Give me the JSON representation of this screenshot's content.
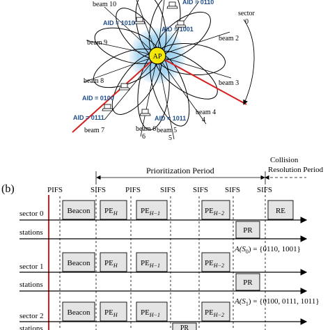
{
  "top_diagram": {
    "ap_label": "AP",
    "sector_label_line1": "sector",
    "sector_label_line2": "0",
    "beams": [
      "beam 10",
      "beam 2",
      "beam 9",
      "beam 3",
      "beam 8",
      "beam 4",
      "beam 7",
      "beam 6",
      "beam 5"
    ],
    "aids": [
      "AID = 0110",
      "AID = 1010",
      "AID = 1001",
      "AID = 0100",
      "AID = 0111",
      "AID = 1011"
    ]
  },
  "bottom_diagram": {
    "panel_label": "(b)",
    "prioritization_period": "Prioritization Period",
    "collision_line1": "Collision",
    "collision_line2": "Resolution Period",
    "intervals": [
      "PIFS",
      "SIFS",
      "PIFS",
      "SIFS",
      "SIFS",
      "SIFS",
      "SIFS"
    ],
    "rows": [
      {
        "label": "sector 0",
        "sub": "stations"
      },
      {
        "label": "sector 1",
        "sub": "stations"
      },
      {
        "label": "sector 2",
        "sub": "stations"
      }
    ],
    "boxes": {
      "beacon": "Beacon",
      "pe": "PE",
      "sub_h": "H",
      "sub_h1": "H−1",
      "sub_h2": "H−2",
      "pr": "PR",
      "re": "RE"
    },
    "sets": [
      {
        "lhs_a": "A(S",
        "lhs_sub": "0",
        "rhs": ") = {0110, 1001}"
      },
      {
        "lhs_a": "A(S",
        "lhs_sub": "1",
        "rhs": ") = {0100, 0111, 1011}"
      }
    ]
  },
  "colors": {
    "ap_fill": "#f5e60a",
    "halo": "#7fc2ea",
    "red_line": "#d62020",
    "aid_text": "#1f4e8c"
  }
}
